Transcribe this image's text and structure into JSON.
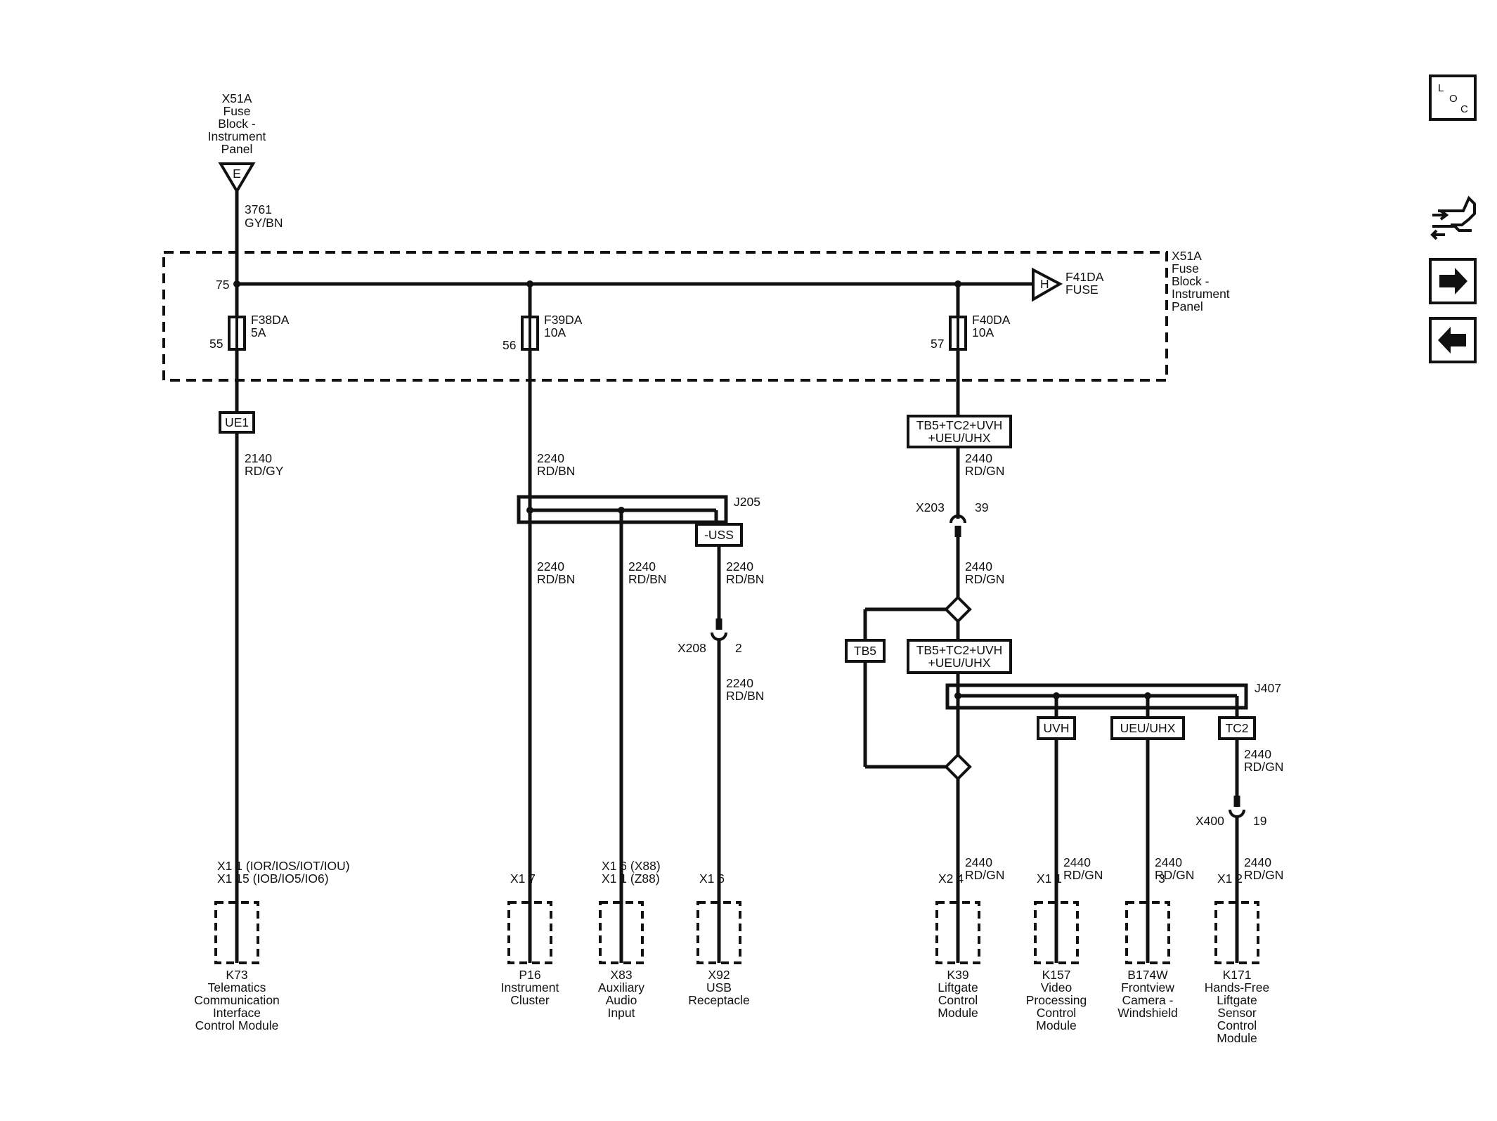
{
  "source": {
    "lines": [
      "X51A",
      "Fuse",
      "Block -",
      "Instrument",
      "Panel"
    ],
    "terminal": "E",
    "wire_num": "3761",
    "wire_color": "GY/BN"
  },
  "fuse_block": {
    "lines": [
      "X51A",
      "Fuse",
      "Block -",
      "Instrument",
      "Panel"
    ],
    "bus_pin": "75",
    "out_terminal": "H",
    "out_label": [
      "F41DA",
      "FUSE"
    ]
  },
  "fuses": [
    {
      "name": "F38DA",
      "rating": "5A",
      "pin": "55"
    },
    {
      "name": "F39DA",
      "rating": "10A",
      "pin": "56"
    },
    {
      "name": "F40DA",
      "rating": "10A",
      "pin": "57"
    }
  ],
  "options": {
    "ue1": "UE1",
    "uss": "-USS",
    "tb5_full": [
      "TB5+TC2+UVH",
      "+UEU/UHX"
    ],
    "tb5": "TB5",
    "uvh": "UVH",
    "ueu": "UEU/UHX",
    "tc2": "TC2"
  },
  "splices": {
    "j205": "J205",
    "j407": "J407"
  },
  "connectors": {
    "x203": {
      "name": "X203",
      "pin": "39"
    },
    "x208": {
      "name": "X208",
      "pin": "2"
    },
    "x400": {
      "name": "X400",
      "pin": "19"
    }
  },
  "wires": {
    "w2140": [
      "2140",
      "RD/GY"
    ],
    "w2240": [
      "2240",
      "RD/BN"
    ],
    "w2440": [
      "2440",
      "RD/GN"
    ]
  },
  "modules": [
    {
      "id": "k73",
      "pins": [
        "X1   1 (IOR/IOS/IOT/IOU)",
        "X1   15 (IOB/IO5/IO6)"
      ],
      "lines": [
        "K73",
        "Telematics",
        "Communication",
        "Interface",
        "Control Module"
      ]
    },
    {
      "id": "p16",
      "pins": [
        "X1   7"
      ],
      "lines": [
        "P16",
        "Instrument",
        "Cluster"
      ]
    },
    {
      "id": "x83",
      "pins": [
        "X1   6  (X88)",
        "X1   1 (Z88)"
      ],
      "lines": [
        "X83",
        "Auxiliary",
        "Audio",
        "Input"
      ]
    },
    {
      "id": "x92",
      "pins": [
        "X1   6"
      ],
      "lines": [
        "X92",
        "USB",
        "Receptacle"
      ]
    },
    {
      "id": "k39",
      "pins": [
        "X2   4"
      ],
      "lines": [
        "K39",
        "Liftgate",
        "Control",
        "Module"
      ]
    },
    {
      "id": "k157",
      "pins": [
        "X1   1"
      ],
      "lines": [
        "K157",
        "Video",
        "Processing",
        "Control",
        "Module"
      ]
    },
    {
      "id": "b174w",
      "pins": [
        "3"
      ],
      "lines": [
        "B174W",
        "Frontview",
        "Camera -",
        "Windshield"
      ]
    },
    {
      "id": "k171",
      "pins": [
        "X1   2"
      ],
      "lines": [
        "K171",
        "Hands-Free",
        "Liftgate",
        "Sensor",
        "Control",
        "Module"
      ]
    }
  ],
  "nav": {
    "loc": [
      "L",
      "O",
      "C"
    ],
    "icons": [
      "connector-end-view-icon",
      "next-page-arrow-icon",
      "previous-page-arrow-icon"
    ]
  }
}
